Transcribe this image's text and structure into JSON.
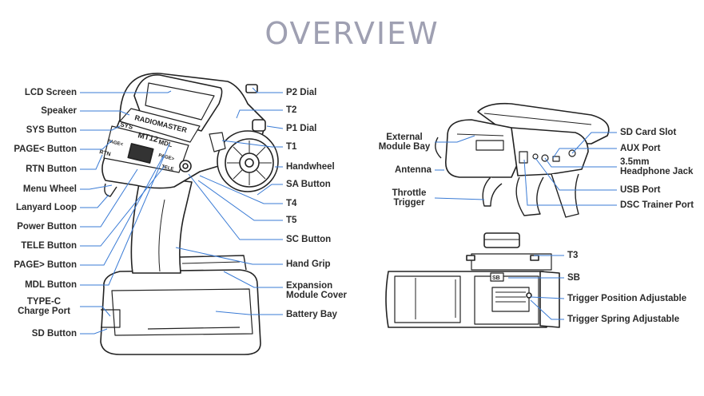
{
  "title": "OVERVIEW",
  "colors": {
    "title": "#9fa0b2",
    "leader": "#3a7bd5",
    "outline": "#222222",
    "text": "#2b2b2b"
  },
  "left_labels": [
    "LCD Screen",
    "Speaker",
    "SYS Button",
    "PAGE< Button",
    "RTN Button",
    "Menu Wheel",
    "Lanyard Loop",
    "Power Button",
    "TELE Button",
    "PAGE> Button",
    "MDL Button",
    "TYPE-C Charge Port",
    "SD Button"
  ],
  "right_labels": [
    "P2 Dial",
    "T2",
    "P1 Dial",
    "T1",
    "Handwheel",
    "SA Button",
    "T4",
    "T5",
    "SC Button",
    "Hand Grip",
    "Expansion Module Cover",
    "Battery Bay"
  ],
  "rear_view": {
    "left": [
      "External Module Bay",
      "Antenna",
      "Throttle Trigger"
    ],
    "right": [
      "SD Card Slot",
      "AUX Port",
      "3.5mm Headphone Jack",
      "USB Port",
      "DSC Trainer Port"
    ]
  },
  "bottom_view": {
    "right": [
      "T3",
      "SB",
      "Trigger Position Adjustable",
      "Trigger Spring Adjustable"
    ]
  },
  "screen_text": {
    "logo": "RADIOMASTER",
    "model": "MT12",
    "sys": "SYS",
    "mdl": "MDL",
    "rtn": "RTN",
    "page_left": "PAGE<",
    "page_right": "PAGE>",
    "tele": "TELE",
    "sb": "SB"
  }
}
